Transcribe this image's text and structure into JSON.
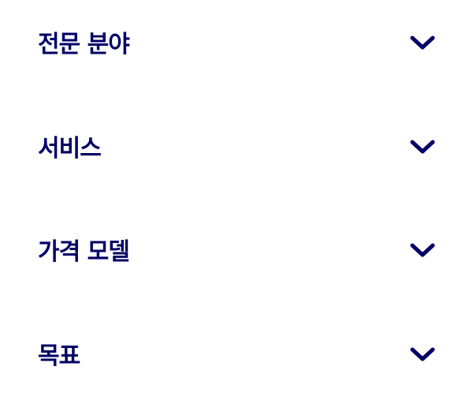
{
  "colors": {
    "text": "#000066",
    "icon": "#000066",
    "background": "#ffffff"
  },
  "accordion": {
    "items": [
      {
        "label": "전문 분야",
        "icon": "chevron-down-icon",
        "expanded": false
      },
      {
        "label": "서비스",
        "icon": "chevron-down-icon",
        "expanded": false
      },
      {
        "label": "가격 모델",
        "icon": "chevron-down-icon",
        "expanded": false
      },
      {
        "label": "목표",
        "icon": "chevron-down-icon",
        "expanded": false
      }
    ]
  }
}
